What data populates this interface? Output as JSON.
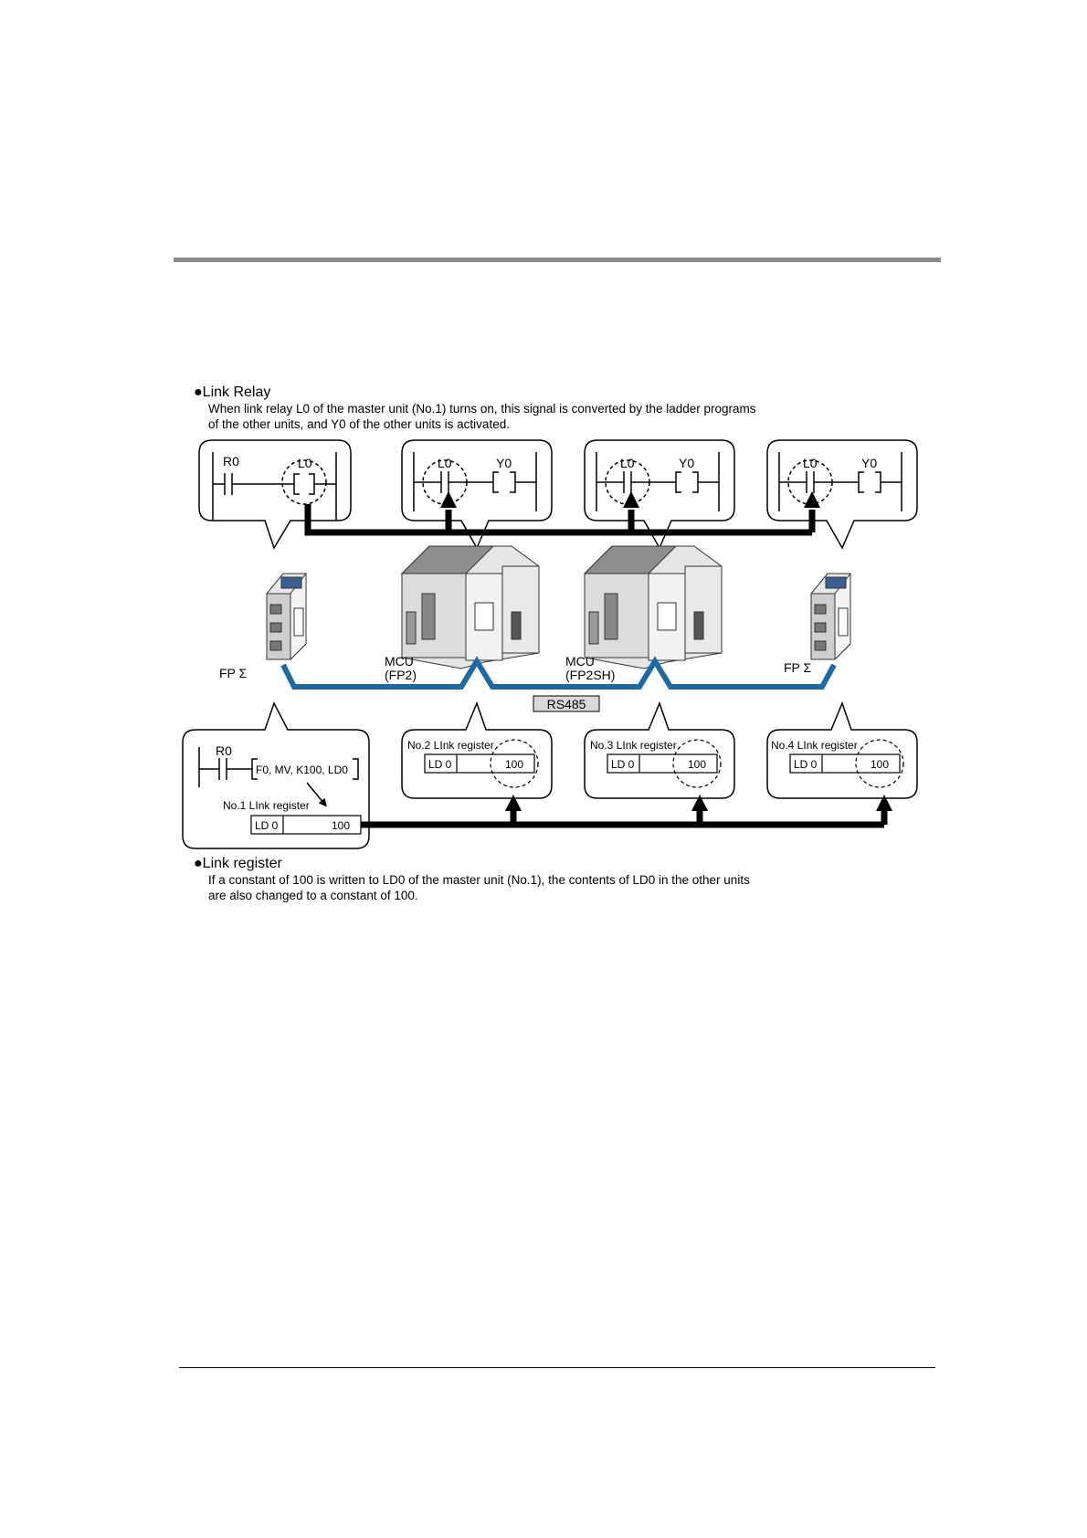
{
  "link_relay": {
    "heading": "●Link Relay",
    "desc_line1": "When link relay L0 of the master unit (No.1) turns on, this signal is converted by the ladder programs",
    "desc_line2": "of the other units, and Y0 of the other units is activated."
  },
  "relay_boxes": {
    "box1": {
      "contact": "R0",
      "coil": "L0"
    },
    "box2": {
      "contact": "L0",
      "coil": "Y0"
    },
    "box3": {
      "contact": "L0",
      "coil": "Y0"
    },
    "box4": {
      "contact": "L0",
      "coil": "Y0"
    }
  },
  "units": {
    "fp_sigma_left": "FP Σ",
    "mcu_fp2_line1": "MCU",
    "mcu_fp2_line2": "(FP2)",
    "mcu_fp2sh_line1": "MCU",
    "mcu_fp2sh_line2": "(FP2SH)",
    "fp_sigma_right": "FP Σ"
  },
  "network": {
    "label": "RS485"
  },
  "register_boxes": {
    "master": {
      "contact": "R0",
      "instruction": "F0, MV, K100, LD0",
      "register_label": "No.1 LInk register",
      "cell_name": "LD 0",
      "cell_value": "100"
    },
    "no2": {
      "label": "No.2 LInk register",
      "cell_name": "LD 0",
      "cell_value": "100"
    },
    "no3": {
      "label": "No.3 LInk register",
      "cell_name": "LD 0",
      "cell_value": "100"
    },
    "no4": {
      "label": "No.4 LInk register",
      "cell_name": "LD 0",
      "cell_value": "100"
    }
  },
  "link_register": {
    "heading": "●Link register",
    "desc_line1": "If a constant of 100 is written to LD0 of the master unit (No.1), the contents of LD0 in the other units",
    "desc_line2": "are also changed to a constant of 100."
  },
  "colors": {
    "rs485_line": "#1f6aa0",
    "signal_line": "#000000",
    "top_rule": "#8a8a8a"
  }
}
